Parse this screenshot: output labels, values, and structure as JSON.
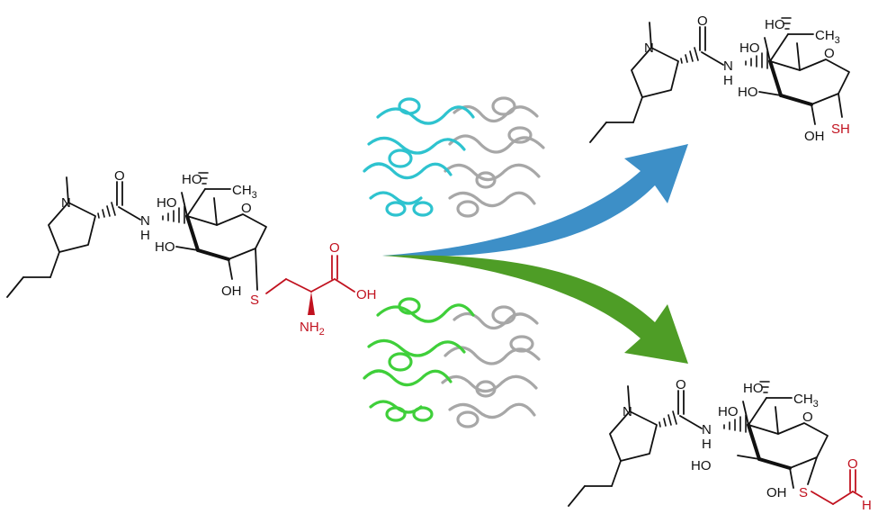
{
  "colors": {
    "bond": "#111111",
    "highlight": "#c1121f",
    "arrow_up": "#3d8fc7",
    "arrow_down": "#4e9d26",
    "protein_a": "#2ec3cf",
    "protein_b": "#3fcf3a",
    "protein_partner": "#a7a7a7"
  },
  "substrate": {
    "n_methyl": "N",
    "amide_o": "O",
    "amide_nh": "N",
    "amide_h": "H",
    "ho_top": "HO",
    "ch3": "CH",
    "ch3_sub": "3",
    "ho_c7": "HO",
    "ring_o": "O",
    "ho_c2": "HO",
    "oh_c3": "OH",
    "sulfur": "S",
    "carbonyl_o": "O",
    "oh_acid": "OH",
    "amine": "NH",
    "amine_sub": "2"
  },
  "product_top": {
    "n_methyl": "N",
    "amide_o": "O",
    "amide_nh": "N",
    "amide_h": "H",
    "ho_top": "HO",
    "ch3": "CH",
    "ch3_sub": "3",
    "ho_c7": "HO",
    "ring_o": "O",
    "ho_c2": "HO",
    "oh_c3": "OH",
    "thiol": "SH"
  },
  "product_bottom": {
    "n_methyl": "N",
    "amide_o": "O",
    "amide_nh": "N",
    "amide_h": "H",
    "ho_top": "HO",
    "ch3": "CH",
    "ch3_sub": "3",
    "ho_c7": "HO",
    "ring_o": "O",
    "ho_c2": "HO",
    "oh_c3": "OH",
    "sulfur": "S",
    "aldehyde_o": "O",
    "aldehyde_h": "H"
  }
}
